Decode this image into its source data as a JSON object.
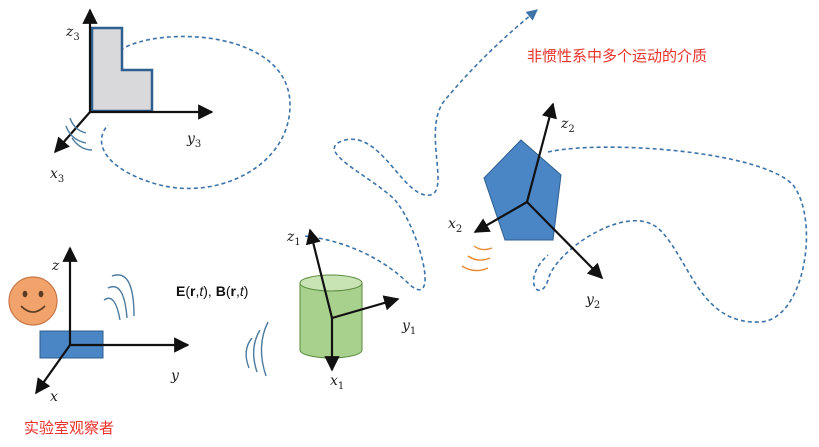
{
  "colors": {
    "caption_red": "#e8322b",
    "path_blue": "#3d73a8",
    "axis": "#111111",
    "wave_gray": "#4c7a9e",
    "wave_orange": "#e8892e",
    "l_shape_fill": "#d9d9dc",
    "l_shape_stroke": "#2f5f8f",
    "cylinder_fill": "#a9d18e",
    "cylinder_top": "#c9e4b4",
    "pentagon_fill": "#4a86c5",
    "lab_block": "#4a86c5",
    "face_fill": "#f2a36b"
  },
  "labels": {
    "frame3_z": "z",
    "frame3_z_sub": "3",
    "frame3_y": "y",
    "frame3_y_sub": "3",
    "frame3_x": "x",
    "frame3_x_sub": "3",
    "frame1_z": "z",
    "frame1_z_sub": "1",
    "frame1_y": "y",
    "frame1_y_sub": "1",
    "frame1_x": "x",
    "frame1_x_sub": "1",
    "frame2_z": "z",
    "frame2_z_sub": "2",
    "frame2_y": "y",
    "frame2_y_sub": "2",
    "frame2_x": "x",
    "frame2_x_sub": "2",
    "lab_z": "z",
    "lab_y": "y",
    "lab_x": "x",
    "field_E": "E",
    "field_B": "B",
    "field_args_1": "(",
    "field_r": "r",
    "field_comma": ",",
    "field_t": "t",
    "field_args_close": "), ",
    "field_args_2": "(",
    "field_r2": "r",
    "field_comma2": ",",
    "field_t2": "t",
    "field_args_close2": ")"
  },
  "captions": {
    "noninertial": "非惯性系中多个运动的介质",
    "observer": "实验室观察者"
  },
  "icons": {
    "face": "smiley-face-icon",
    "pentagon": "pentagon-medium-icon",
    "cylinder": "cylinder-medium-icon",
    "l_shape": "l-shape-medium-icon"
  }
}
